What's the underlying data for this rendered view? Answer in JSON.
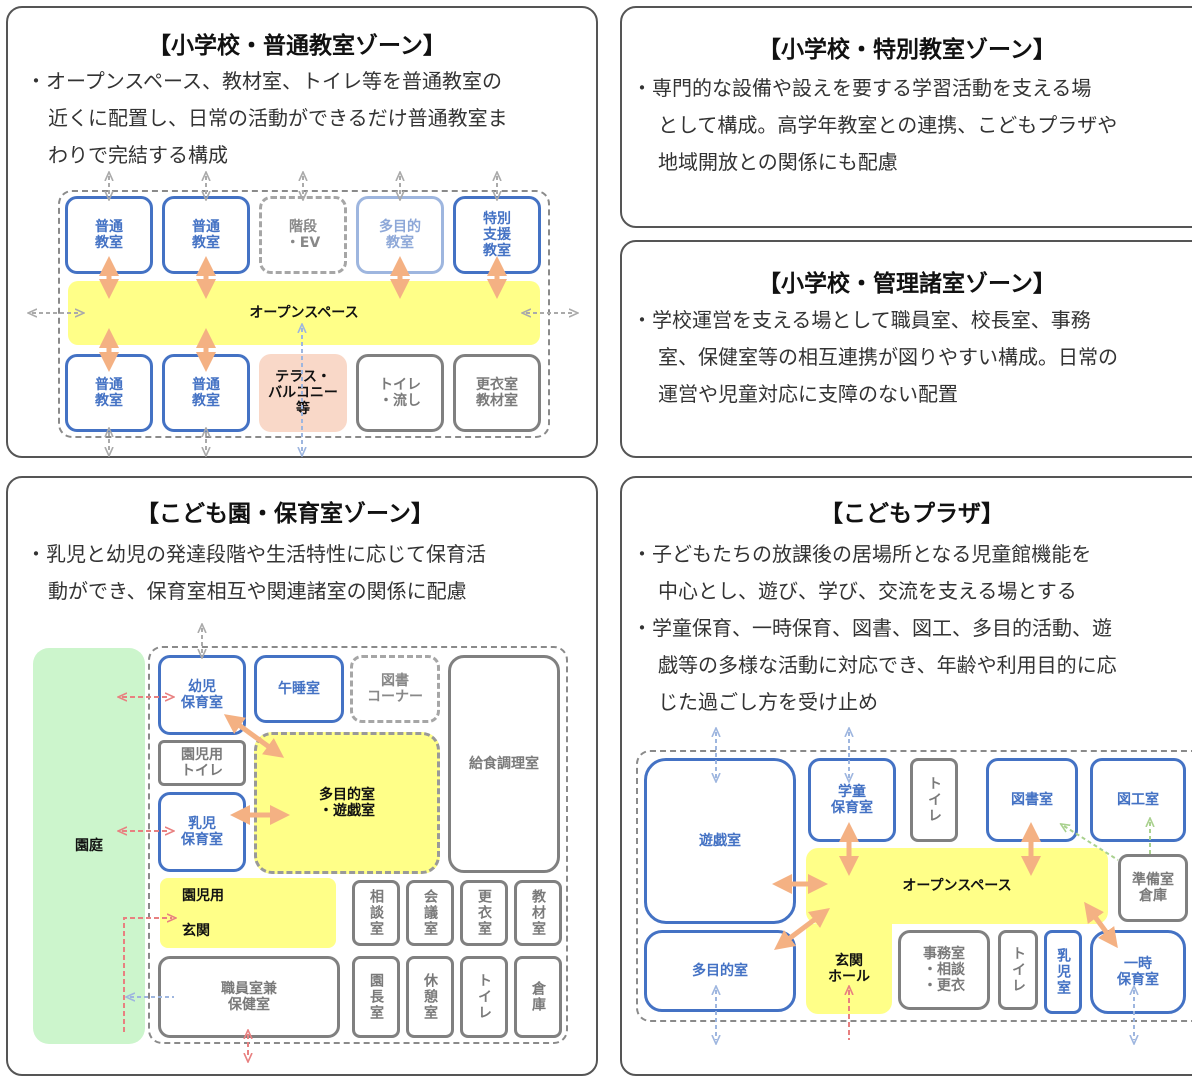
{
  "panels": {
    "p1": {
      "title": "【小学校・普通教室ゾーン】",
      "lines": [
        "・オープンスペース、教材室、トイレ等を普通教室の",
        "近くに配置し、日常の活動ができるだけ普通教室ま",
        "わりで完結する構成"
      ],
      "rooms": {
        "r1": "普通\n教室",
        "r2": "普通\n教室",
        "r3": "階段\n・EV",
        "r4": "多目的\n教室",
        "r5": "特別\n支援\n教室",
        "open": "オープンスペース",
        "r6": "普通\n教室",
        "r7": "普通\n教室",
        "r8": "テラス・\nバルコニー\n等",
        "r9": "トイレ\n・流し",
        "r10": "更衣室\n教材室"
      }
    },
    "p2": {
      "title": "【小学校・特別教室ゾーン】",
      "lines": [
        "・専門的な設備や設えを要する学習活動を支える場",
        "として構成。高学年教室との連携、こどもプラザや",
        "地域開放との関係にも配慮"
      ]
    },
    "p3": {
      "title": "【小学校・管理諸室ゾーン】",
      "lines": [
        "・学校運営を支える場として職員室、校長室、事務",
        "室、保健室等の相互連携が図りやすい構成。日常の",
        "運営や児童対応に支障のない配置"
      ]
    },
    "p4": {
      "title": "【こども園・保育室ゾーン】",
      "lines": [
        "・乳児と幼児の発達段階や生活特性に応じて保育活",
        "動ができ、保育室相互や関連諸室の関係に配慮"
      ],
      "rooms": {
        "garden": "園庭",
        "youji": "幼児\n保育室",
        "hiru": "午睡室",
        "tosho": "図書\nコーナー",
        "kyushoku": "給食調理室",
        "toilet": "園児用\nトイレ",
        "tamoku": "多目的室\n・遊戯室",
        "nyuji": "乳児\n保育室",
        "entrance1": "園児用",
        "entrance2": "玄関",
        "soudan": "相談室",
        "kaigi": "会議室",
        "koui": "更衣室",
        "kyozai": "教材室",
        "shokuin": "職員室兼\n保健室",
        "encho": "園長室",
        "kyukei": "休憩室",
        "toire": "トイレ",
        "souko": "倉庫"
      }
    },
    "p5": {
      "title": "【こどもプラザ】",
      "lines": [
        "・子どもたちの放課後の居場所となる児童館機能を",
        "中心とし、遊び、学び、交流を支える場とする",
        "・学童保育、一時保育、図書、図工、多目的活動、遊",
        "戯等の多様な活動に対応でき、年齢や利用目的に応",
        "じた過ごし方を受け止め"
      ],
      "rooms": {
        "yugi": "遊戯室",
        "gakudo": "学童\n保育室",
        "toire": "トイレ",
        "tosho": "図書室",
        "zuko": "図工室",
        "open": "オープンスペース",
        "junbi": "準備室\n倉庫",
        "tamoku": "多目的室",
        "genkan": "玄関\nホール",
        "jimu": "事務室\n・相談\n・更衣",
        "toire2": "トイレ",
        "nyuji": "乳児室",
        "ichiji": "一時\n保育室"
      }
    }
  },
  "colors": {
    "blue": "#4472c4",
    "orange": "#f4b183",
    "red_dashed": "#e88080",
    "gray_arrow": "#aaaaaa",
    "yellow": "#ffff88",
    "green": "#ccf5cc"
  }
}
